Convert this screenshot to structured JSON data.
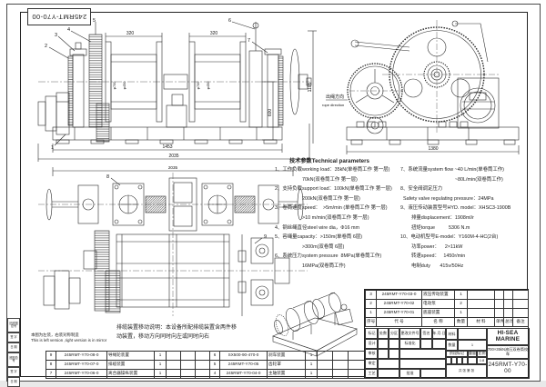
{
  "sheet": {
    "corner_code": "245RMT-Y70-00",
    "company": "HI-SEA MARINE",
    "product_title": "700×35kN液压双卷筒绞车",
    "drawing_number": "245RMT-Y70-00",
    "scale": "1:8",
    "quantity": "1"
  },
  "front_view": {
    "balloons": [
      "1",
      "2",
      "3",
      "4",
      "5",
      "6",
      "7"
    ],
    "dims": {
      "top_left": "320",
      "top_right": "320",
      "bottom_inner": "1453",
      "bottom_outer": "2035",
      "right_inner": "600",
      "right_outer": "1105",
      "drum_flange": "φ700",
      "drum_barrel": "φ450"
    }
  },
  "side_view": {
    "rope_dir_cn": "出绳方向",
    "rope_dir_en": "rope direction",
    "dims": {
      "width": "1380"
    }
  },
  "plan_view": {
    "balloons": [
      "8",
      "9"
    ],
    "dims": {
      "width": "2035"
    }
  },
  "tech_params": {
    "heading": "技术参数Technical parameters",
    "left": [
      "1、工作负载working load：35kN(单卷筒工作 第一层)",
      "                    70kN(双卷筒工作 第一层)",
      "2、支持负载support load：100kN(单卷筒工作 第一层)",
      "                    200kN(双卷筒工作 第一层)",
      "3、卷筒速度speed：  >5m/min (单卷筒工作 第一层)",
      "                    >10 m/min(双卷筒工作 第一层)",
      "4、钢丝绳直径steel wire dia，Φ16 mm",
      "5、容绳量capacity：>150m(单卷筒 6层)",
      "                    >300m(双卷筒 6层)",
      "6、系统压力system pressure  8MPa(单卷筒工作)",
      "                    16MPa(双卷筒工作)"
    ],
    "right": [
      "7、系统流量system flow ~40 L/min(单卷筒工作)",
      "                                        ~80L/min(双卷筒工作)",
      "8、安全阀调定压力",
      "  Safety valve regulating pressure：24MPa",
      "9、液压传动装置型号HYD. model：XHSC3-1900B",
      "        排量displacement：1908ml/r",
      "        扭矩torque          5306 N.m",
      "10、电动机型号E-model：Y160M-4-HC(2台)",
      "        功率power：    2×11kW",
      "        转速speed：   1450r/min",
      "        电制duty       415v/50Hz"
    ]
  },
  "notes": {
    "move_line1": "排缆装置移动说明：本设备所配排缆装置含两件移",
    "move_line2": "动装置，移动方向同时向左或同时向右",
    "mirror_cn": "本图为左装，右装对称制造",
    "mirror_en": "This is left version ,right version is in mirror"
  },
  "parts_left": {
    "rows": [
      [
        "9",
        "245RMT-Y70-08-0",
        "导绳轮装置",
        "1"
      ],
      [
        "8",
        "245RMT-Y70-07-0",
        "排缆装置",
        "1"
      ],
      [
        "7",
        "245RMT-Y70-06-0",
        "离合器操纵装置",
        "1"
      ]
    ]
  },
  "parts_right": {
    "rows": [
      [
        "6",
        "SX500-90-470-0",
        "刹车装置",
        "1"
      ],
      [
        "5",
        "245RMT-Y70-05",
        "齿轮罩",
        "1"
      ],
      [
        "4",
        "245RMT-Y70-04-0",
        "主轴装置",
        "1"
      ]
    ]
  },
  "title_block": {
    "parts": [
      [
        "3",
        "245RMT-Y70-03-0",
        "液压传动装置",
        "1"
      ],
      [
        "2",
        "245RMT-Y70-02",
        "电动泵",
        "2"
      ],
      [
        "1",
        "245RMT-Y70-01",
        "底座装置",
        "1"
      ]
    ],
    "headers": {
      "seq": "序号",
      "code": "代  号",
      "name": "名  称",
      "qty": "数量",
      "material": "材  料",
      "unit": "单件",
      "total": "总计",
      "weight": "重 量",
      "remark": "备注"
    },
    "labels": {
      "material": "材料",
      "quantity": "数量",
      "stage": "阶段标记",
      "weight": "重量",
      "scale": "比例",
      "sheets": "共  张  第  张"
    },
    "sign": {
      "r1": [
        "标记",
        "处数",
        "分区",
        "更改文件号",
        "签名",
        "年.月.日"
      ],
      "design": "设计",
      "standard": "标准化",
      "check": "审核",
      "verify": "审定",
      "craft": "工艺",
      "approve": "批准"
    }
  },
  "margin_strip": [
    "旧底图总号",
    "签 字",
    "日 期",
    "底图总号",
    "签 字",
    "日 期"
  ]
}
